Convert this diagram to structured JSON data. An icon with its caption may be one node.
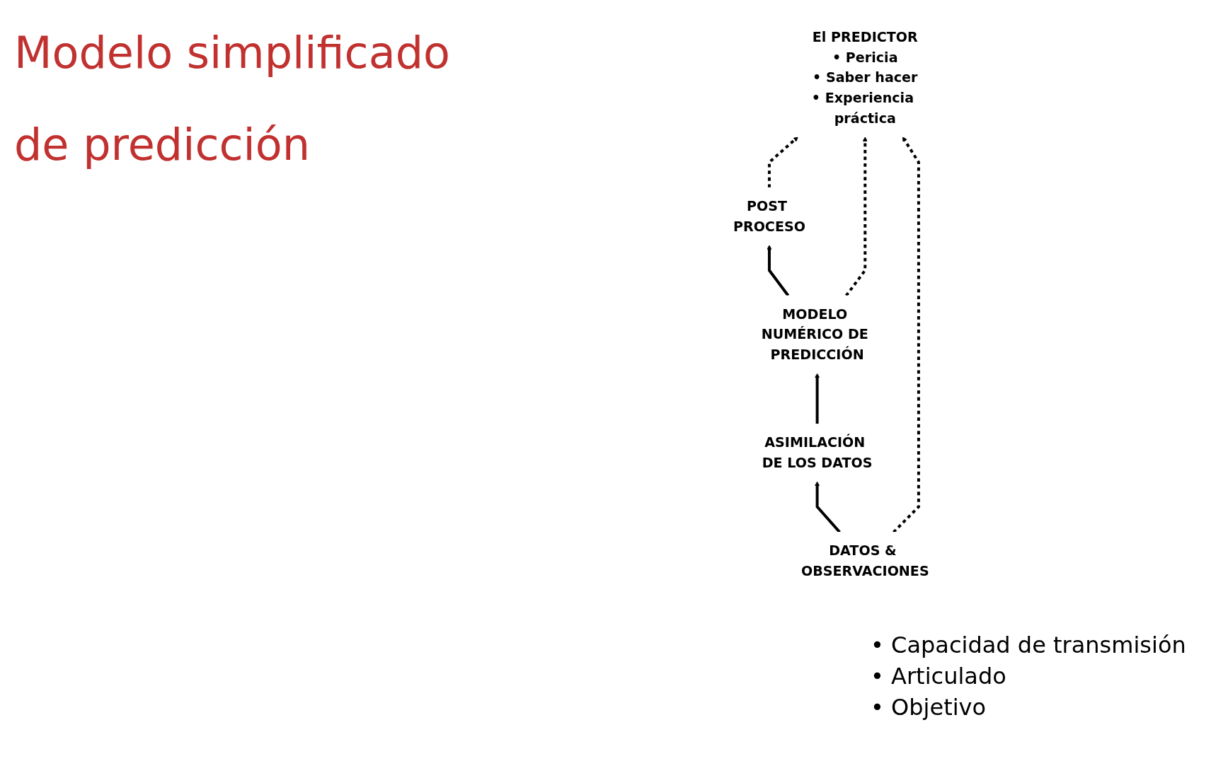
{
  "diagram": {
    "title": "Modelo simplificado de predicción",
    "nodes": [
      {
        "text": [
          "DATOS & OBSERVACIONES"
        ]
      },
      {
        "text": [
          "ASIMILACIÓN DE LOS DATOS"
        ]
      },
      {
        "text": [
          "MODELO NUMÉRICO DE PREDICCIÓN"
        ]
      },
      {
        "text": [
          "POST PROCESO"
        ]
      },
      {
        "text": [
          "El PREDICTOR",
          "• Pericia",
          "• Saber hacer",
          "• Experiencia práctica"
        ]
      }
    ],
    "edges": [
      {
        "from": 0,
        "to": 1,
        "arrow": "to"
      },
      {
        "from": 1,
        "to": 2,
        "arrow": "to"
      },
      {
        "from": 2,
        "to": 3,
        "arrow": "to"
      },
      {
        "from": 3,
        "to": 4,
        "arrow": "to",
        "style": "dashed"
      },
      {
        "from": 2,
        "to": 4,
        "arrow": "to",
        "style": "dashed"
      },
      {
        "from": 0,
        "to": 4,
        "arrow": "to",
        "style": "dashed"
      }
    ],
    "labels": [
      "• Capacidad de transmisión",
      "• Articulado",
      "• Objetivo"
    ]
  }
}
